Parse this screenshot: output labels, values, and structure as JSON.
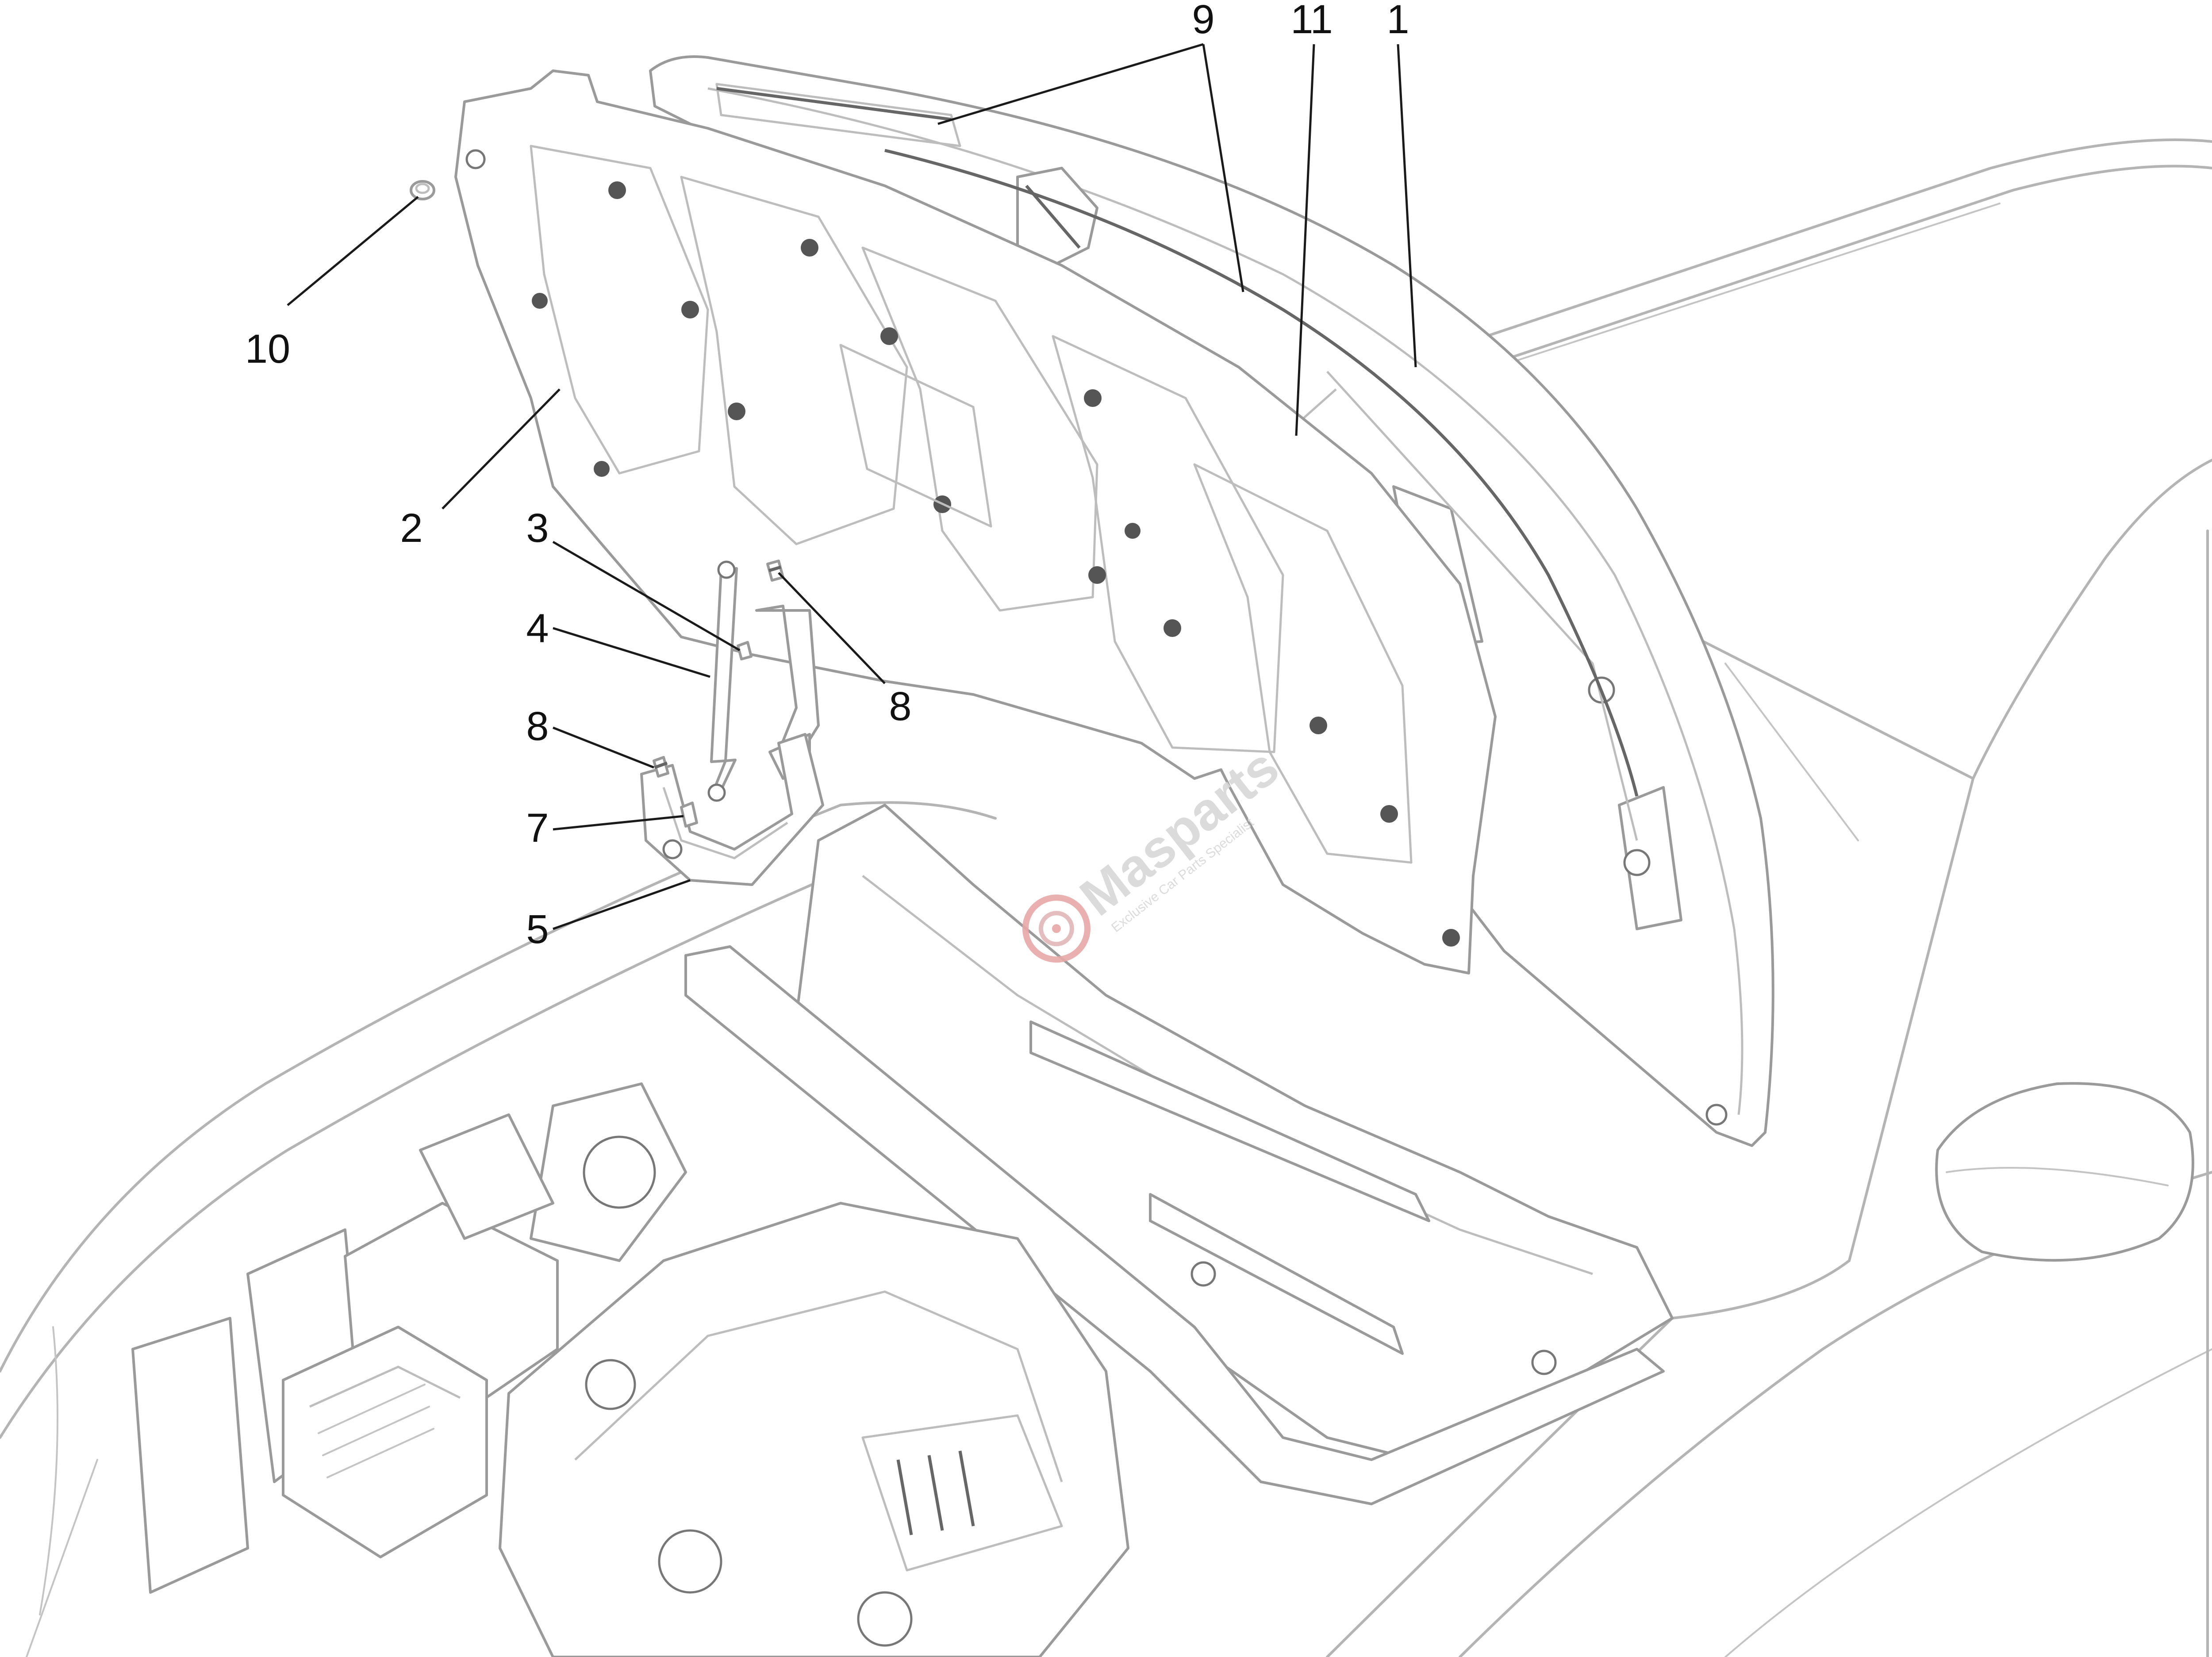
{
  "callouts": [
    {
      "id": "9",
      "label": "9"
    },
    {
      "id": "11",
      "label": "11"
    },
    {
      "id": "1",
      "label": "1"
    },
    {
      "id": "10",
      "label": "10"
    },
    {
      "id": "2",
      "label": "2"
    },
    {
      "id": "3",
      "label": "3"
    },
    {
      "id": "4",
      "label": "4"
    },
    {
      "id": "8a",
      "label": "8"
    },
    {
      "id": "8b",
      "label": "8"
    },
    {
      "id": "7",
      "label": "7"
    },
    {
      "id": "5",
      "label": "5"
    }
  ],
  "watermark": {
    "brand": "Masparts",
    "tagline": "Exclusive Car Parts Specialist"
  },
  "colors": {
    "line_art": "#b4b4b4",
    "part_outline": "#9a9a9a",
    "callout_text": "#111111",
    "watermark_red": "#e8a8a8"
  }
}
